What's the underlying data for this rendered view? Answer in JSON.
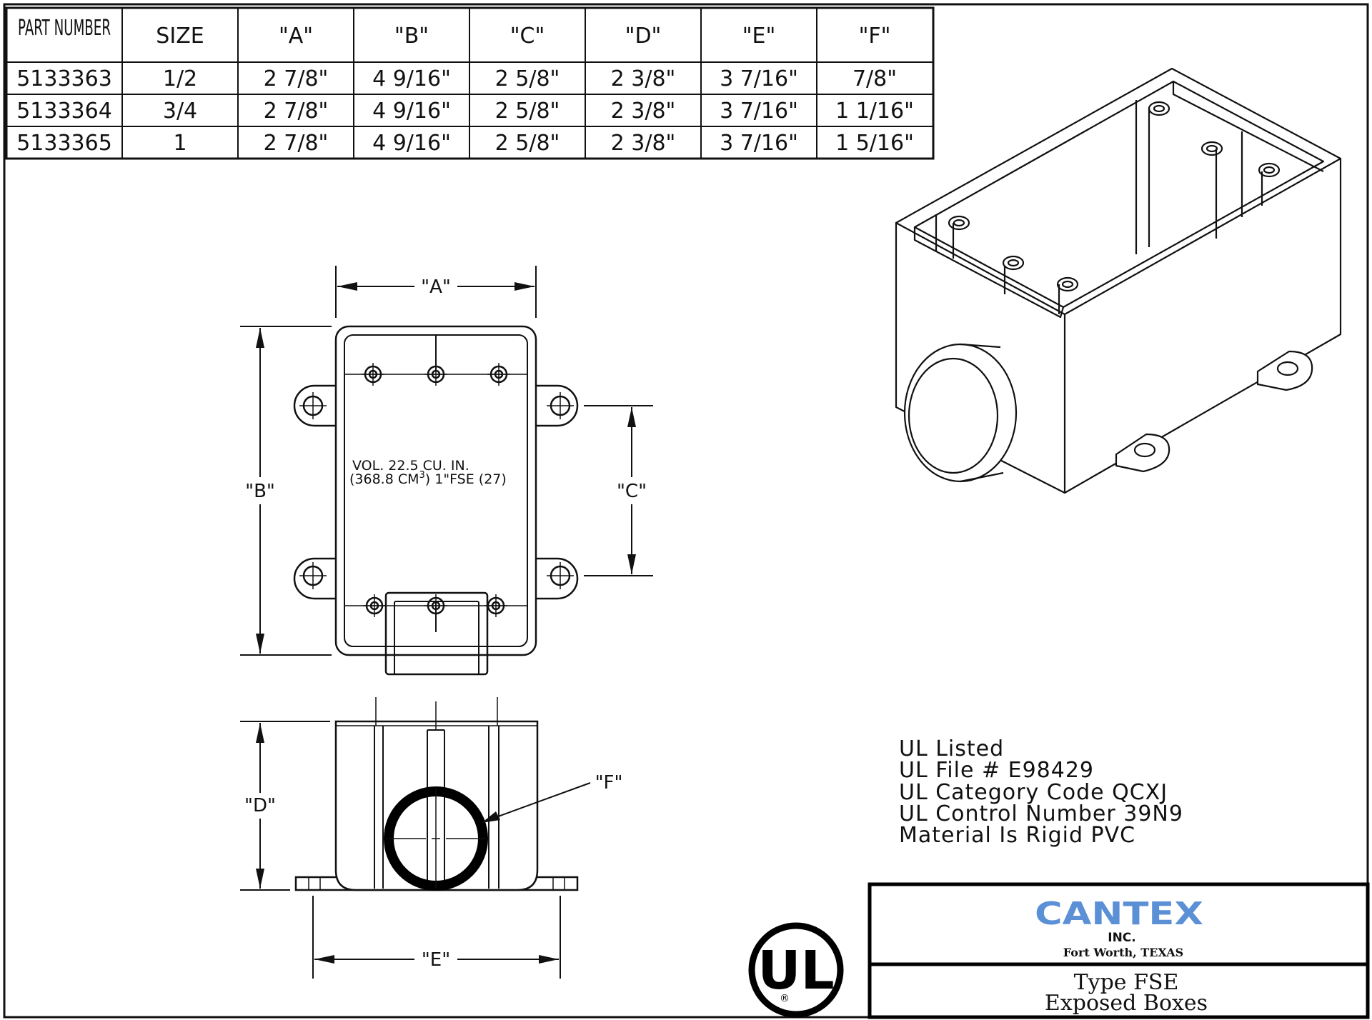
{
  "table": {
    "headers": [
      "PART NUMBER",
      "SIZE",
      "\"A\"",
      "\"B\"",
      "\"C\"",
      "\"D\"",
      "\"E\"",
      "\"F\""
    ],
    "rows": [
      [
        "5133363",
        "1/2",
        "2 7/8\"",
        "4 9/16\"",
        "2 5/8\"",
        "2 3/8\"",
        "3 7/16\"",
        "7/8\""
      ],
      [
        "5133364",
        "3/4",
        "2 7/8\"",
        "4 9/16\"",
        "2 5/8\"",
        "2 3/8\"",
        "3 7/16\"",
        "1 1/16\""
      ],
      [
        "5133365",
        "1",
        "2 7/8\"",
        "4 9/16\"",
        "2 5/8\"",
        "2 3/8\"",
        "3 7/16\"",
        "1 5/16\""
      ]
    ]
  },
  "drawing": {
    "dim_a": "\"A\"",
    "dim_b": "\"B\"",
    "dim_c": "\"C\"",
    "dim_d": "\"D\"",
    "dim_e": "\"E\"",
    "dim_f": "\"F\"",
    "volume_line1": "VOL. 22.5 CU. IN.",
    "volume_line2_a": "(368.8 CM",
    "volume_line2_sup": "3",
    "volume_line2_b": ") 1\"FSE (27)"
  },
  "notes": [
    "UL Listed",
    "UL File # E98429",
    "UL Category Code QCXJ",
    "UL Control Number 39N9",
    "Material Is Rigid PVC"
  ],
  "title_block": {
    "company": "CANTEX",
    "company_suffix": "INC.",
    "location": "Fort Worth, TEXAS",
    "title_line1": "Type FSE",
    "title_line2": "Exposed Boxes"
  },
  "ul_mark": {
    "letters": "UL",
    "registered": "®"
  },
  "colors": {
    "brand": "#5b8fd6",
    "line": "#111111"
  }
}
